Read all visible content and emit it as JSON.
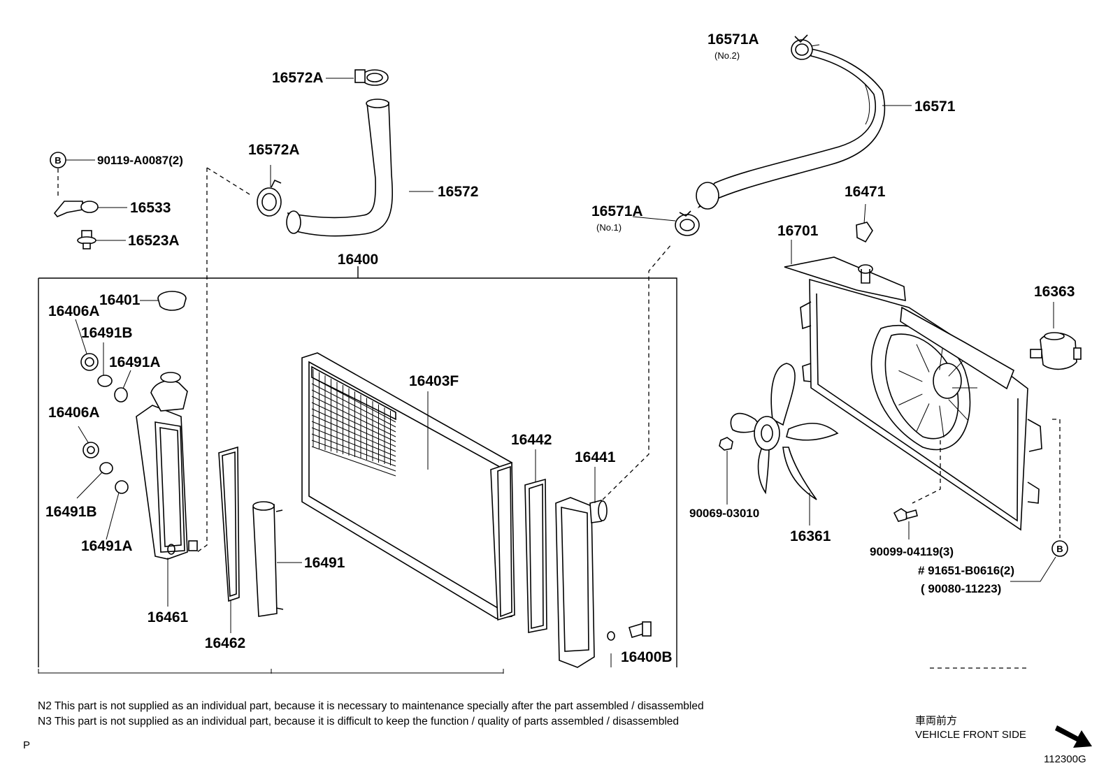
{
  "parts": {
    "p16400": "16400",
    "p16401": "16401",
    "p16406A_1": "16406A",
    "p16491B_1": "16491B",
    "p16491A_1": "16491A",
    "p16406A_2": "16406A",
    "p16491B_2": "16491B",
    "p16491A_2": "16491A",
    "p16461": "16461",
    "p16462": "16462",
    "p16491": "16491",
    "p16403F": "16403F",
    "p16442": "16442",
    "p16441": "16441",
    "p16400B": "16400B",
    "p16572A_1": "16572A",
    "p16572A_2": "16572A",
    "p16572": "16572",
    "p90119": "90119-A0087(2)",
    "p16533": "16533",
    "p16523A": "16523A",
    "p16571A_1": "16571A",
    "p16571A_1_sub": "(No.2)",
    "p16571": "16571",
    "p16571A_2": "16571A",
    "p16571A_2_sub": "(No.1)",
    "p16471": "16471",
    "p16701": "16701",
    "p16363": "16363",
    "p90069": "90069-03010",
    "p16361": "16361",
    "p90099": "90099-04119(3)",
    "p91651": "# 91651-B0616(2)",
    "p90080": "( 90080-11223)",
    "ref_b1": "B",
    "ref_b2": "B"
  },
  "notes": {
    "n2": "N2  This part is not supplied as an individual part, because it is necessary to maintenance specially after the part assembled / disassembled",
    "n3": "N3  This part is not supplied as an individual part, because it is difficult to keep the function / quality of parts  assembled / disassembled"
  },
  "footer": {
    "p_mark": "P",
    "front_jp": "車両前方",
    "front_en": "VEHICLE FRONT SIDE",
    "diagram_code": "112300G"
  }
}
